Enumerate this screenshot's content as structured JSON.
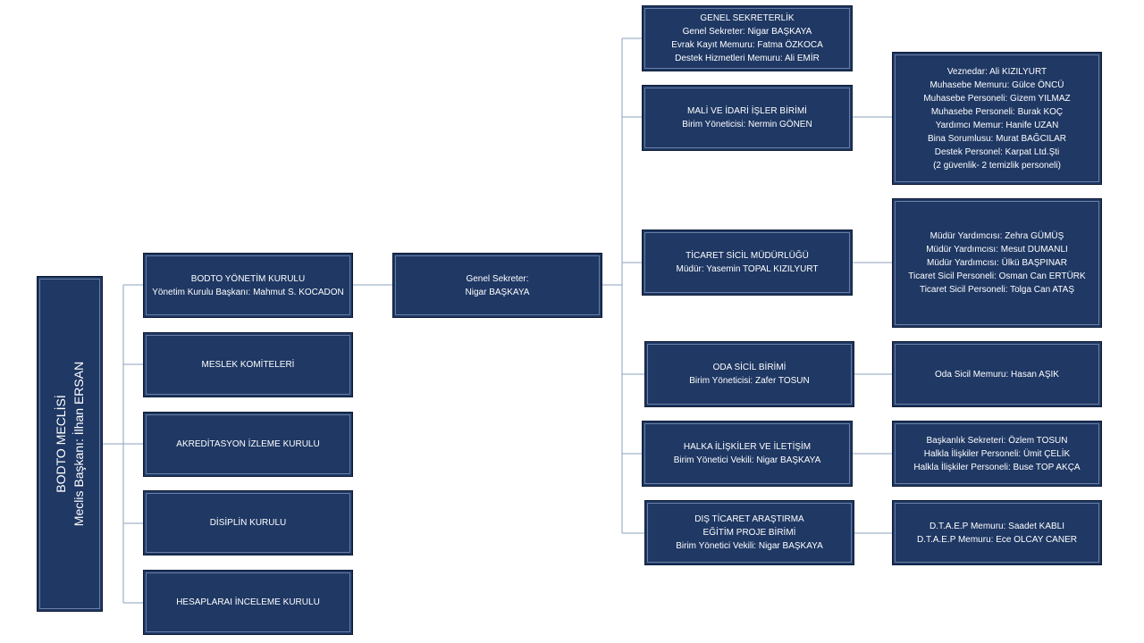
{
  "meclis": {
    "title": "BODTO MECLİSİ",
    "subtitle": "Meclis Başkanı: İlhan ERSAN"
  },
  "left_boxes": [
    {
      "lines": [
        "BODTO  YÖNETİM  KURULU",
        "Yönetim Kurulu Başkanı: Mahmut  S. KOCADON"
      ]
    },
    {
      "lines": [
        "MESLEK  KOMİTELERİ"
      ]
    },
    {
      "lines": [
        "AKREDİTASYON  İZLEME  KURULU"
      ]
    },
    {
      "lines": [
        "DİSİPLİN   KURULU"
      ]
    },
    {
      "lines": [
        "HESAPLARAI  İNCELEME   KURULU"
      ]
    }
  ],
  "genel_sekreter": {
    "lines": [
      "Genel Sekreter:",
      "Nigar BAŞKAYA"
    ]
  },
  "departments": [
    {
      "lines": [
        "GENEL  SEKRETERLİK",
        "Genel Sekreter: Nigar BAŞKAYA",
        "Evrak Kayıt Memuru: Fatma ÖZKOCA",
        "Destek Hizmetleri Memuru: Ali EMİR"
      ]
    },
    {
      "lines": [
        "MALİ  VE  İDARİ  İŞLER  BİRİMİ",
        "Birim Yöneticisi: Nermin  GÖNEN"
      ]
    },
    {
      "lines": [
        "TİCARET   SİCİL  MÜDÜRLÜĞÜ",
        "Müdür: Yasemin TOPAL KIZILYURT"
      ]
    },
    {
      "lines": [
        "ODA  SİCİL   BİRİMİ",
        "Birim Yöneticisi: Zafer TOSUN"
      ]
    },
    {
      "lines": [
        "HALKA  İLİŞKİLER   VE  İLETİŞİM",
        "Birim Yönetici Vekili:  Nigar  BAŞKAYA"
      ]
    },
    {
      "lines": [
        "DIŞ  TİCARET   ARAŞTIRMA",
        "EĞİTİM    PROJE   BİRİMİ",
        "Birim Yönetici Vekili:  Nigar  BAŞKAYA"
      ]
    }
  ],
  "staff": [
    {
      "lines": [
        "Veznedar: Ali KIZILYURT",
        "Muhasebe Memuru:  Gülce  ÖNCÜ",
        "Muhasebe Personeli: Gizem  YILMAZ",
        "Muhasebe Personeli:  Burak  KOÇ",
        "Yardımcı Memur:  Hanife  UZAN",
        "Bina Sorumlusu: Murat  BAĞCILAR",
        "Destek Personel:  Karpat Ltd.Şti",
        "(2 güvenlik- 2 temizlik  personeli)"
      ]
    },
    {
      "lines": [
        "Müdür Yardımcısı:  Zehra GÜMÜŞ",
        "Müdür Yardımcısı:  Mesut DUMANLI",
        "Müdür Yardımcısı:  Ülkü BAŞPINAR",
        "Ticaret Sicil Personeli:  Osman  Can ERTÜRK",
        "Ticaret Sicil Personeli:  Tolga Can  ATAŞ"
      ]
    },
    {
      "lines": [
        "Oda Sicil Memuru:  Hasan  AŞIK"
      ]
    },
    {
      "lines": [
        "Başkanlık Sekreteri: Özlem  TOSUN",
        "Halkla  İlişkiler Personeli:  Ümit  ÇELİK",
        "Halkla  İlişkiler Personeli:  Buse TOP  AKÇA"
      ]
    },
    {
      "lines": [
        "D.T.A.E.P  Memuru:  Saadet  KABLI",
        "D.T.A.E.P  Memuru:  Ece  OLCAY  CANER"
      ]
    }
  ]
}
